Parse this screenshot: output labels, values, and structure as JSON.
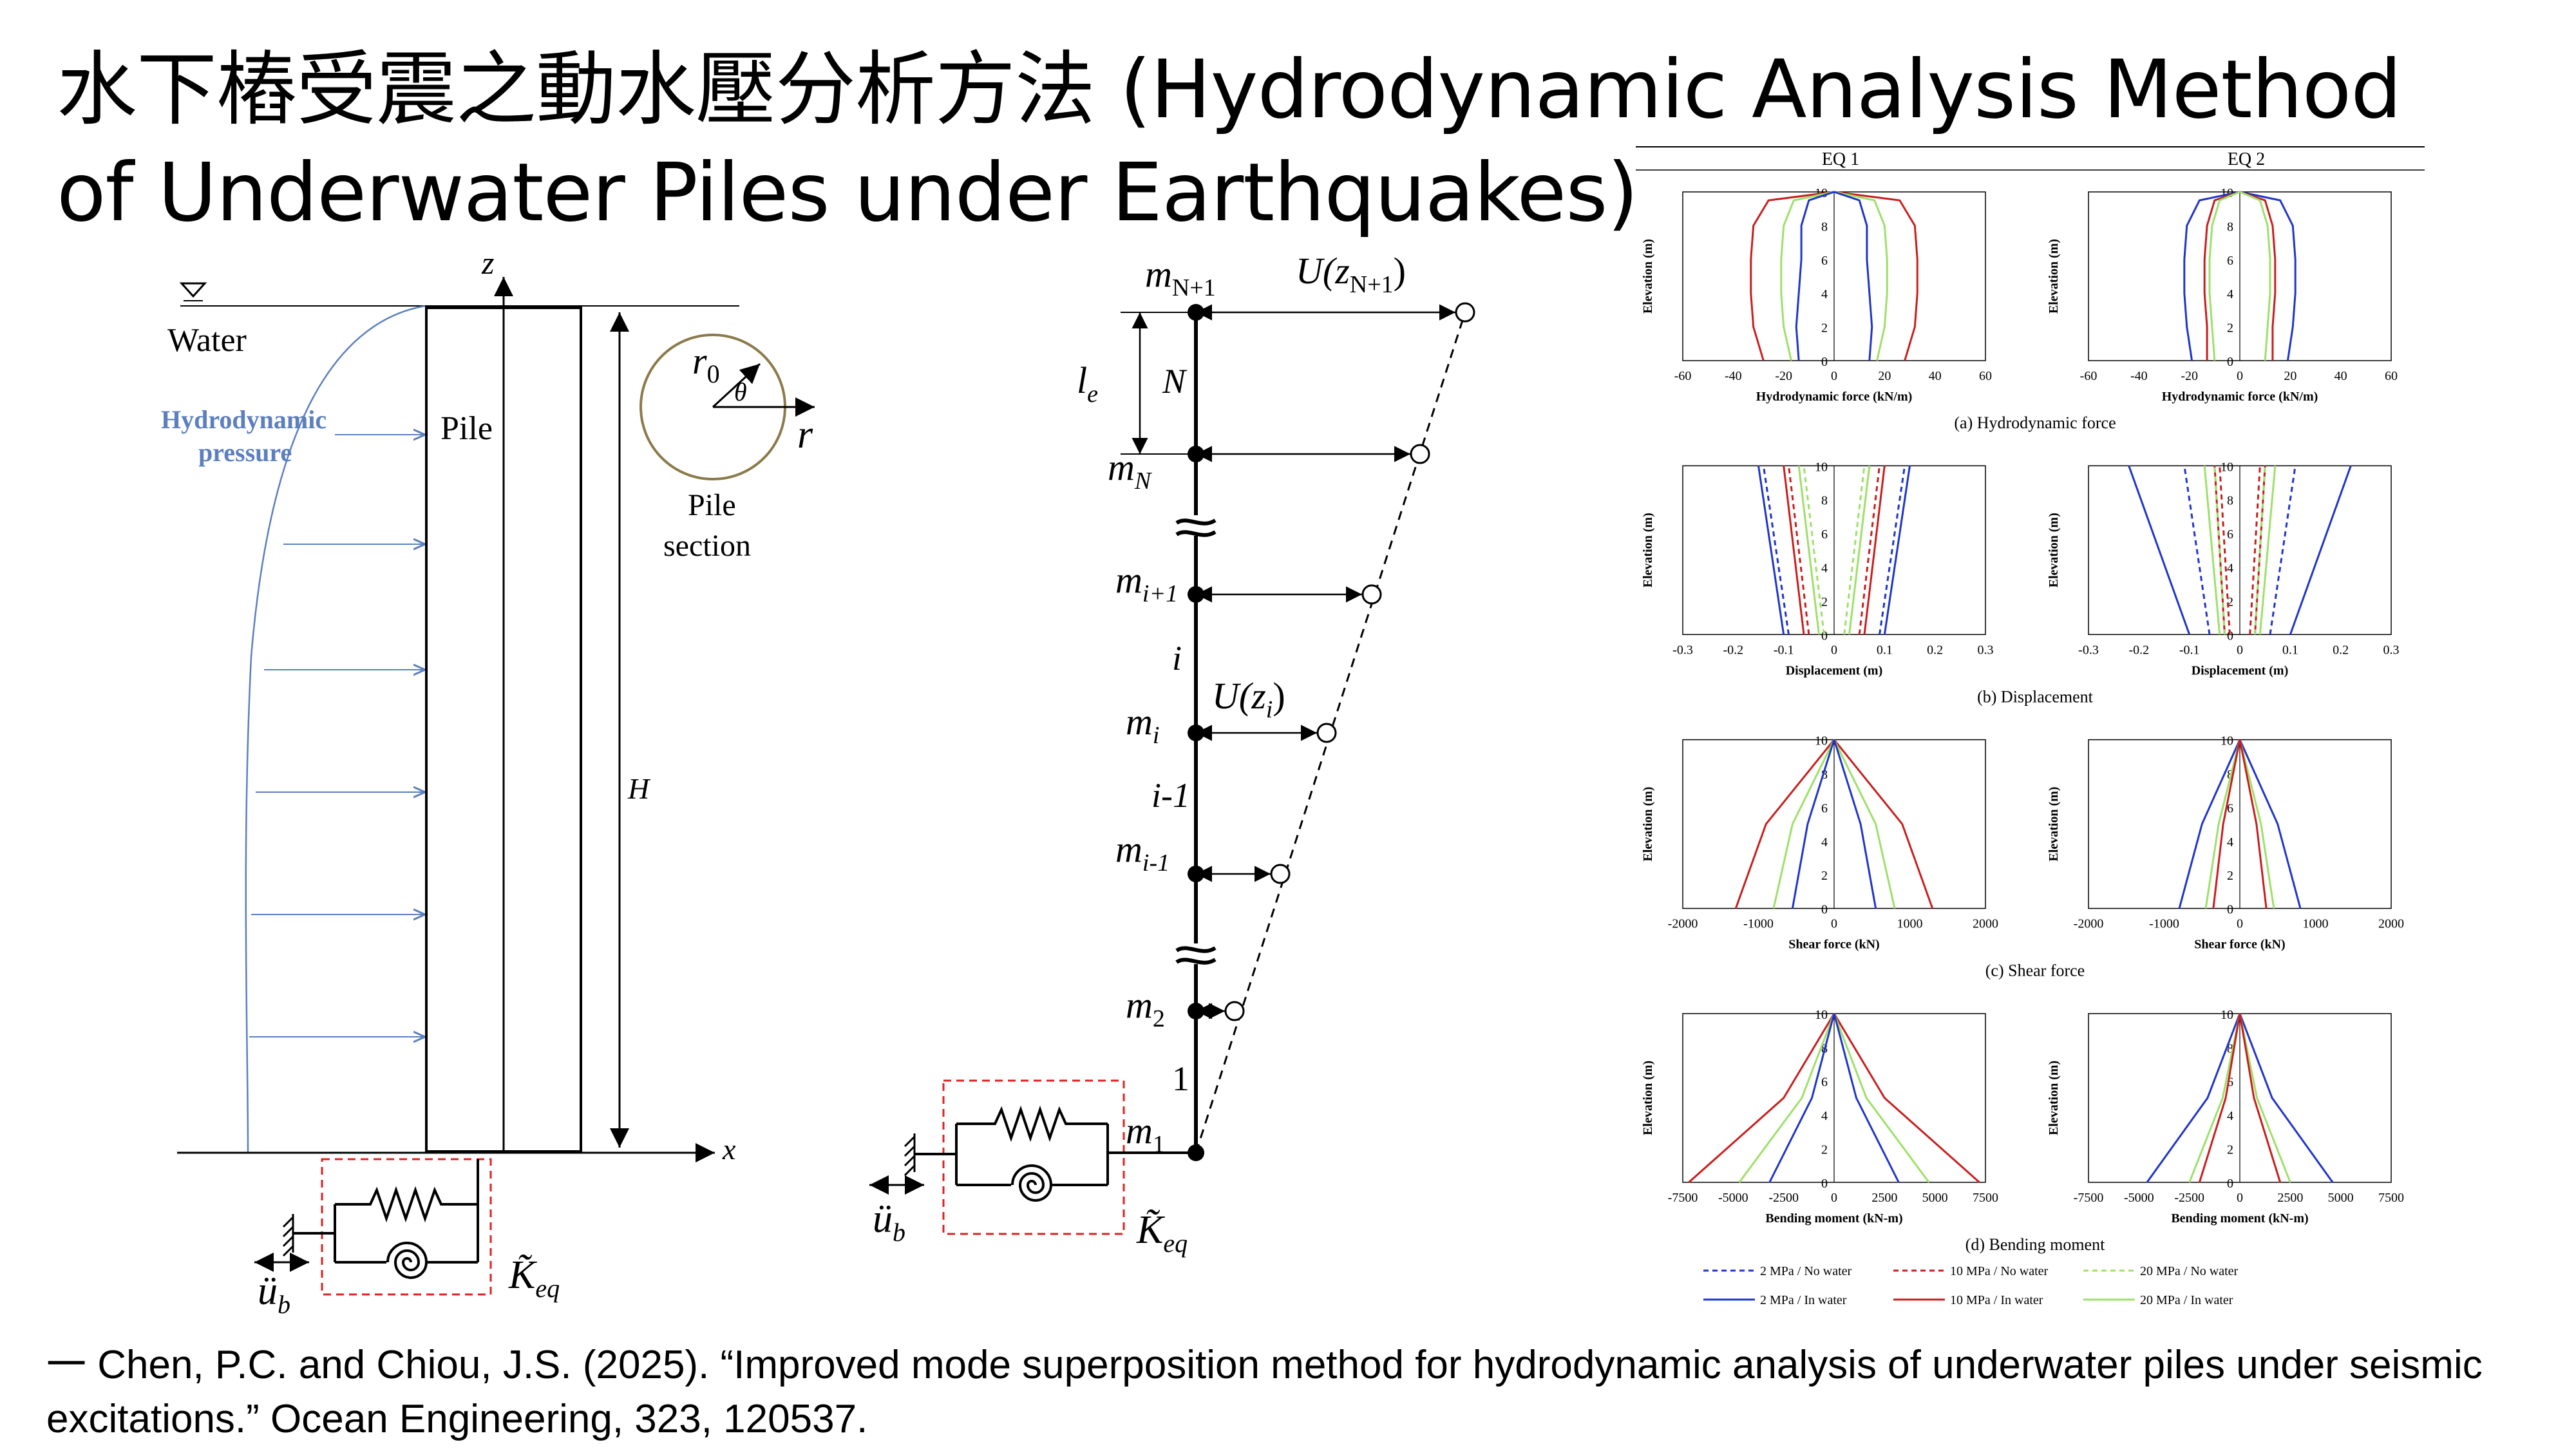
{
  "slide": {
    "title_zh": "水下樁受震之動水壓分析方法",
    "title_en": " (Hydrodynamic Analysis Method of Underwater Piles under Earthquakes)",
    "citation": "一  Chen, P.C. and Chiou, J.S. (2025). “Improved mode superposition method for hydrodynamic analysis of underwater piles under seismic excitations.” Ocean Engineering, 323, 120537."
  },
  "left_figure": {
    "water": "Water",
    "hydro_line1": "Hydrodynamic",
    "hydro_line2": "pressure",
    "pile": "Pile",
    "section_line1": "Pile",
    "section_line2": "section",
    "z": "z",
    "x": "x",
    "H": "H",
    "r0": "r",
    "r0_sub": "0",
    "theta": "θ",
    "r": "r",
    "ub": "ü",
    "ub_sub": "b",
    "keq": "K̃",
    "keq_sub": "eq",
    "colors": {
      "pressure": "#5b7fbf",
      "spring_box": "#e02020",
      "section": "#8b7a4a"
    }
  },
  "middle_figure": {
    "mN1": "m",
    "mN1_sub": "N+1",
    "UzN1": "U(z",
    "UzN1_sub": "N+1",
    "UzN1_close": ")",
    "le": "l",
    "le_sub": "e",
    "N": "N",
    "mN": "m",
    "mN_sub": "N",
    "mi1": "m",
    "mi1_sub": "i+1",
    "i": "i",
    "Uzi": "U(z",
    "Uzi_sub": "i",
    "Uzi_close": ")",
    "mi": "m",
    "mi_sub": "i",
    "im1": "i-1",
    "mim1": "m",
    "mim1_sub": "i-1",
    "m2": "m",
    "m2_sub": "2",
    "one": "1",
    "m1": "m",
    "m1_sub": "1",
    "ub": "ü",
    "ub_sub": "b",
    "keq": "K̃",
    "keq_sub": "eq"
  },
  "right_figure": {
    "col1": "EQ 1",
    "col2": "EQ 2",
    "ylabel": "Elevation (m)",
    "rows": [
      {
        "key": "a",
        "caption": "(a) Hydrodynamic force",
        "xlabel": "Hydrodynamic force (kN/m)",
        "ticks": [
          "-60",
          "-40",
          "-20",
          "0",
          "20",
          "40",
          "60"
        ],
        "xmin": -60,
        "xmax": 60
      },
      {
        "key": "b",
        "caption": "(b) Displacement",
        "xlabel": "Displacement (m)",
        "ticks": [
          "-0.3",
          "-0.2",
          "-0.1",
          "0",
          "0.1",
          "0.2",
          "0.3"
        ],
        "xmin": -0.3,
        "xmax": 0.3
      },
      {
        "key": "c",
        "caption": "(c) Shear force",
        "xlabel": "Shear force (kN)",
        "ticks": [
          "-2000",
          "-1000",
          "0",
          "1000",
          "2000"
        ],
        "xmin": -2000,
        "xmax": 2000
      },
      {
        "key": "d",
        "caption": "(d) Bending moment",
        "xlabel": "Bending moment (kN-m)",
        "ticks": [
          "-7500",
          "-5000",
          "-2500",
          "0",
          "2500",
          "5000",
          "7500"
        ],
        "xmin": -7500,
        "xmax": 7500
      }
    ],
    "yticks": [
      "0",
      "2",
      "4",
      "6",
      "8",
      "10"
    ],
    "legend": [
      {
        "label": "2 MPa / No water",
        "color": "#1f35c8",
        "dash": true
      },
      {
        "label": "10 MPa / No water",
        "color": "#c81e1e",
        "dash": true
      },
      {
        "label": "20 MPa / No water",
        "color": "#9ee06a",
        "dash": true
      },
      {
        "label": "2 MPa / In water",
        "color": "#1f35c8",
        "dash": false
      },
      {
        "label": "10 MPa / In water",
        "color": "#c81e1e",
        "dash": false
      },
      {
        "label": "20 MPa / In water",
        "color": "#9ee06a",
        "dash": false
      }
    ]
  },
  "chart_data": [
    {
      "type": "line",
      "panel": "(a) EQ 1",
      "xlabel": "Hydrodynamic force (kN/m)",
      "ylabel": "Elevation (m)",
      "xlim": [
        -60,
        60
      ],
      "ylim": [
        0,
        10
      ],
      "series": [
        {
          "name": "10 MPa / In water",
          "x": [
            28,
            32,
            33,
            33,
            32,
            26,
            0
          ],
          "y": [
            0,
            2,
            4,
            6,
            8,
            9.5,
            10
          ]
        },
        {
          "name": "20 MPa / In water",
          "x": [
            17,
            20,
            21,
            21,
            20,
            16,
            0
          ],
          "y": [
            0,
            2,
            4,
            6,
            8,
            9.5,
            10
          ]
        },
        {
          "name": "2 MPa / In water",
          "x": [
            14,
            15,
            14,
            13,
            13,
            10,
            0
          ],
          "y": [
            0,
            2,
            4,
            6,
            8,
            9.5,
            10
          ]
        }
      ]
    },
    {
      "type": "line",
      "panel": "(a) EQ 2",
      "xlabel": "Hydrodynamic force (kN/m)",
      "ylabel": "Elevation (m)",
      "xlim": [
        -60,
        60
      ],
      "ylim": [
        0,
        10
      ],
      "series": [
        {
          "name": "2 MPa / In water",
          "x": [
            19,
            21,
            22,
            22,
            21,
            16,
            0
          ],
          "y": [
            0,
            2,
            4,
            6,
            8,
            9.5,
            10
          ]
        },
        {
          "name": "10 MPa / In water",
          "x": [
            13,
            13,
            14,
            14,
            13,
            10,
            0
          ],
          "y": [
            0,
            2,
            4,
            6,
            8,
            9.5,
            10
          ]
        },
        {
          "name": "20 MPa / In water",
          "x": [
            10,
            11,
            12,
            12,
            11,
            8,
            0
          ],
          "y": [
            0,
            2,
            4,
            6,
            8,
            9.5,
            10
          ]
        }
      ]
    },
    {
      "type": "line",
      "panel": "(b) EQ 1",
      "xlabel": "Displacement (m)",
      "ylabel": "Elevation (m)",
      "xlim": [
        -0.3,
        0.3
      ],
      "ylim": [
        0,
        10
      ],
      "series": [
        {
          "name": "2 MPa / In water",
          "x": [
            0.1,
            0.15
          ],
          "y": [
            0,
            10
          ]
        },
        {
          "name": "2 MPa / No water",
          "x": [
            0.09,
            0.14
          ],
          "y": [
            0,
            10
          ]
        },
        {
          "name": "10 MPa / In water",
          "x": [
            0.06,
            0.1
          ],
          "y": [
            0,
            10
          ]
        },
        {
          "name": "10 MPa / No water",
          "x": [
            0.05,
            0.09
          ],
          "y": [
            0,
            10
          ]
        },
        {
          "name": "20 MPa / In water",
          "x": [
            0.03,
            0.07
          ],
          "y": [
            0,
            10
          ]
        },
        {
          "name": "20 MPa / No water",
          "x": [
            0.02,
            0.06
          ],
          "y": [
            0,
            10
          ]
        }
      ]
    },
    {
      "type": "line",
      "panel": "(b) EQ 2",
      "xlabel": "Displacement (m)",
      "ylabel": "Elevation (m)",
      "xlim": [
        -0.3,
        0.3
      ],
      "ylim": [
        0,
        10
      ],
      "series": [
        {
          "name": "2 MPa / In water",
          "x": [
            0.1,
            0.22
          ],
          "y": [
            0,
            10
          ]
        },
        {
          "name": "2 MPa / No water",
          "x": [
            0.06,
            0.11
          ],
          "y": [
            0,
            10
          ]
        },
        {
          "name": "10 MPa / In water",
          "x": [
            0.03,
            0.05
          ],
          "y": [
            0,
            10
          ]
        },
        {
          "name": "10 MPa / No water",
          "x": [
            0.02,
            0.04
          ],
          "y": [
            0,
            10
          ]
        },
        {
          "name": "20 MPa / In water",
          "x": [
            0.04,
            0.07
          ],
          "y": [
            0,
            10
          ]
        },
        {
          "name": "20 MPa / No water",
          "x": [
            0.03,
            0.05
          ],
          "y": [
            0,
            10
          ]
        }
      ]
    },
    {
      "type": "line",
      "panel": "(c) EQ 1",
      "xlabel": "Shear force (kN)",
      "ylabel": "Elevation (m)",
      "xlim": [
        -2000,
        2000
      ],
      "ylim": [
        0,
        10
      ],
      "series": [
        {
          "name": "10 MPa / In water",
          "x": [
            1300,
            900,
            0
          ],
          "y": [
            0,
            5,
            10
          ]
        },
        {
          "name": "20 MPa / In water",
          "x": [
            800,
            550,
            0
          ],
          "y": [
            0,
            5,
            10
          ]
        },
        {
          "name": "2 MPa / In water",
          "x": [
            550,
            350,
            0
          ],
          "y": [
            0,
            5,
            10
          ]
        }
      ]
    },
    {
      "type": "line",
      "panel": "(c) EQ 2",
      "xlabel": "Shear force (kN)",
      "ylabel": "Elevation (m)",
      "xlim": [
        -2000,
        2000
      ],
      "ylim": [
        0,
        10
      ],
      "series": [
        {
          "name": "2 MPa / In water",
          "x": [
            800,
            500,
            0
          ],
          "y": [
            0,
            5,
            10
          ]
        },
        {
          "name": "20 MPa / In water",
          "x": [
            450,
            280,
            0
          ],
          "y": [
            0,
            5,
            10
          ]
        },
        {
          "name": "10 MPa / In water",
          "x": [
            350,
            220,
            0
          ],
          "y": [
            0,
            5,
            10
          ]
        }
      ]
    },
    {
      "type": "line",
      "panel": "(d) EQ 1",
      "xlabel": "Bending moment (kN-m)",
      "ylabel": "Elevation (m)",
      "xlim": [
        -7500,
        7500
      ],
      "ylim": [
        0,
        10
      ],
      "series": [
        {
          "name": "10 MPa / In water",
          "x": [
            7200,
            2500,
            0
          ],
          "y": [
            0,
            5,
            10
          ]
        },
        {
          "name": "20 MPa / In water",
          "x": [
            4700,
            1600,
            0
          ],
          "y": [
            0,
            5,
            10
          ]
        },
        {
          "name": "2 MPa / In water",
          "x": [
            3200,
            1100,
            0
          ],
          "y": [
            0,
            5,
            10
          ]
        }
      ]
    },
    {
      "type": "line",
      "panel": "(d) EQ 2",
      "xlabel": "Bending moment (kN-m)",
      "ylabel": "Elevation (m)",
      "xlim": [
        -7500,
        7500
      ],
      "ylim": [
        0,
        10
      ],
      "series": [
        {
          "name": "2 MPa / In water",
          "x": [
            4600,
            1600,
            0
          ],
          "y": [
            0,
            5,
            10
          ]
        },
        {
          "name": "20 MPa / In water",
          "x": [
            2500,
            850,
            0
          ],
          "y": [
            0,
            5,
            10
          ]
        },
        {
          "name": "10 MPa / In water",
          "x": [
            2000,
            700,
            0
          ],
          "y": [
            0,
            5,
            10
          ]
        }
      ]
    }
  ]
}
